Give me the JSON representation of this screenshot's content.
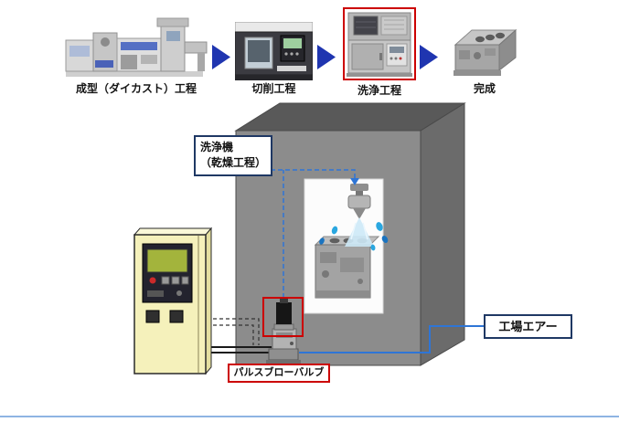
{
  "process_flow": {
    "steps": [
      {
        "id": "molding",
        "label": "成型（ダイカスト）工程",
        "highlighted": false
      },
      {
        "id": "cutting",
        "label": "切削工程",
        "highlighted": false
      },
      {
        "id": "washing",
        "label": "洗浄工程",
        "highlighted": true
      },
      {
        "id": "complete",
        "label": "完成",
        "highlighted": false
      }
    ]
  },
  "diagram": {
    "washer_label_line1": "洗浄機",
    "washer_label_line2": "（乾燥工程）",
    "valve_label": "パルスブローバルブ",
    "factory_air_label": "工場エアー"
  },
  "colors": {
    "flow_arrow": "#1f35b0",
    "highlight_border": "#cc0000",
    "label_border": "#1f3864",
    "air_line": "#2e75d6",
    "machine_front": "#8c8c8c",
    "machine_side": "#6b6b6b",
    "machine_top": "#595959",
    "cabinet_fill": "#f5f1bb",
    "bottom_line": "#8eb4e3"
  }
}
